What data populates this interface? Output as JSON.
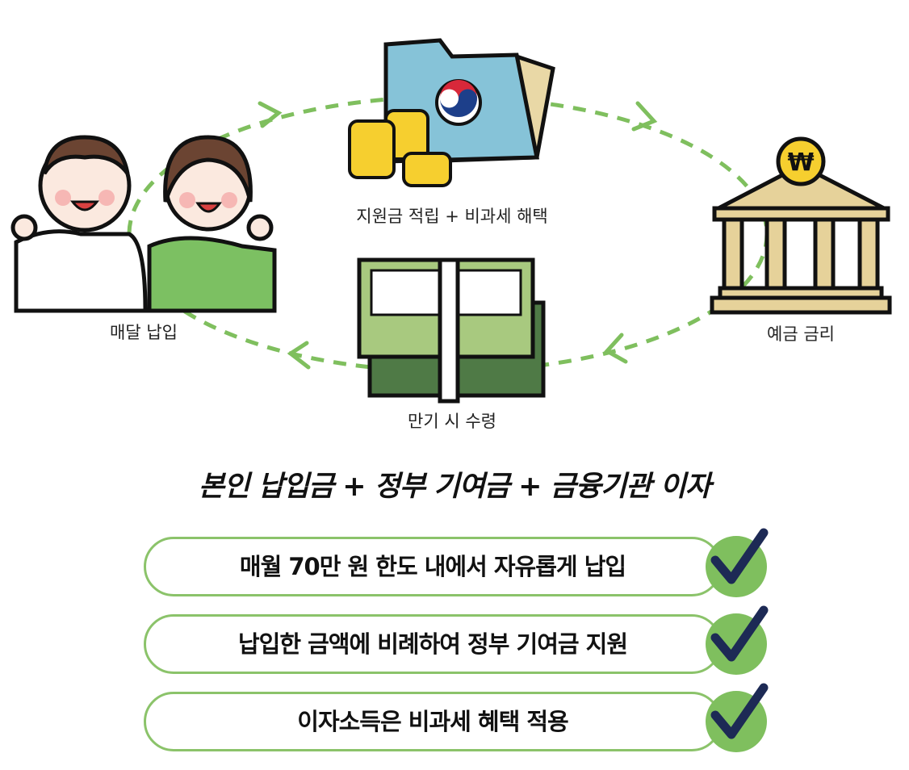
{
  "diagram": {
    "labels": {
      "monthly_payment": "매달 납입",
      "support_fund": "지원금 적립 + 비과세 해택",
      "deposit_interest": "예금 금리",
      "maturity_receipt": "만기 시 수령"
    },
    "bank_symbol": "₩",
    "accent_color": "#7fbf5e"
  },
  "heading": "본인 납입금 + 정부 기여금 + 금융기관 이자",
  "features": [
    {
      "text": "매월 70만 원 한도 내에서 자유롭게 납입"
    },
    {
      "text": "납입한 금액에 비례하여 정부 기여금 지원"
    },
    {
      "text": "이자소득은 비과세 혜택 적용"
    }
  ]
}
